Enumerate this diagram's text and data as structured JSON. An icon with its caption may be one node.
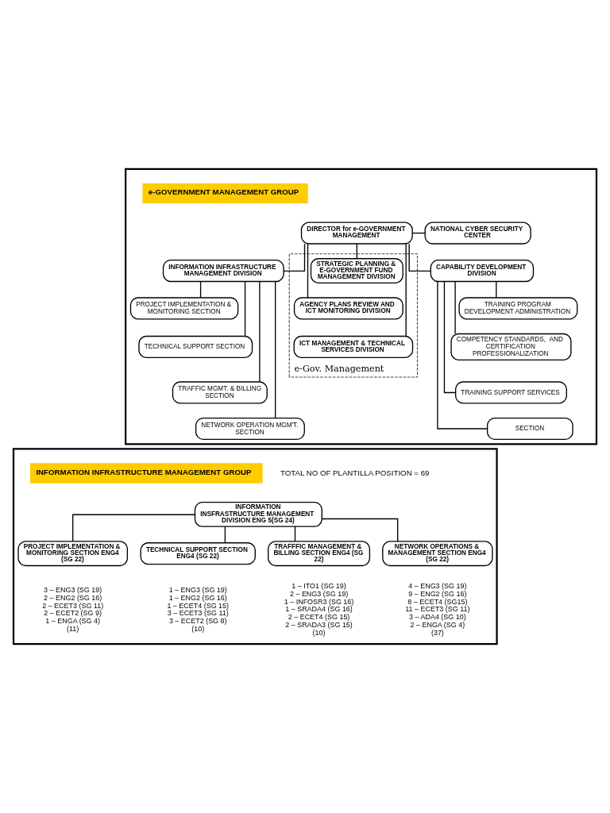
{
  "diagram": {
    "nodes": [
      {
        "text": [
          "e-GOVERNMENT MANAGEMENT GROUP"
        ]
      },
      {
        "text": [
          "DIRECTOR for e-GOVERNMENT MANAGEMENT"
        ],
        "in": 0
      },
      {
        "text": [
          "NATIONAL CYBER SECURITY CENTER"
        ],
        "in": 0
      },
      {
        "text": [
          "INFORMATION INFRASTRUCTURE MANAGEMENT DIVISION"
        ],
        "in": 0
      },
      {
        "text": [
          "e-Gov. Management"
        ],
        "in": 0
      },
      {
        "text": [
          "STRATEGIC PLANNING & E-GOVERNMENT FUND MANAGEMENT DIVISION"
        ],
        "in": 4
      },
      {
        "text": [
          "AGENCY PLANS REVIEW AND ICT MONITORING DIVISION"
        ],
        "in": 4
      },
      {
        "text": [
          "ICT MANAGEMENT & TECHNICAL SERVICES DIVISION"
        ],
        "in": 4
      },
      {
        "text": [
          "CAPABILITY DEVELOPMENT DIVISION"
        ],
        "in": 0
      },
      {
        "text": [
          "PROJECT IMPLEMENTATION & MONITORING SECTION"
        ],
        "in": 0
      },
      {
        "text": [
          "TECHNICAL SUPPORT SECTION"
        ],
        "in": 0
      },
      {
        "text": [
          "TRAFFIC MGMT. & BILLING SECTION"
        ],
        "in": 0
      },
      {
        "text": [
          "NETWORK OPERATION MGM'T. SECTION"
        ],
        "in": 0
      },
      {
        "text": [
          "TRAINING PROGRAM DEVELOPMENT ADMINISTRATION"
        ],
        "in": 0
      },
      {
        "text": [
          "COMPETENCY STANDARDS,  AND CERTIFICATION PROFESSIONALIZATION"
        ],
        "in": 0
      },
      {
        "text": [
          "TRAINING SUPPORT SERVICES"
        ],
        "in": 0
      },
      {
        "text": [
          "SECTION"
        ],
        "in": 0
      },
      {
        "text": [
          "INFORMATION INFRASTRUCTURE MANAGEMENT GROUP",
          "TOTAL NO OF PLANTILLA POSITION = 69"
        ]
      },
      {
        "text": [
          "INFORMATION INSFRASTRUCTURE MANAGEMENT DIVISION ENG 5(SG 24)"
        ],
        "in": 17
      },
      {
        "text": [
          "PROJECT IMPLEMENTATION & MONITORING SECTION ENG4 (SG 22)"
        ],
        "in": 17,
        "beside": [
          "3 – ENG3 (SG 19)",
          "2 – ENG2 (SG 16)",
          "2 – ECET3 (SG 11)",
          "2 – ECET2 (SG 9)",
          "1 – ENGA (SG 4)",
          "(11)"
        ]
      },
      {
        "text": [
          "TECHNICAL SUPPORT SECTION ENG4 (SG 22)"
        ],
        "in": 17,
        "beside": [
          "1 – ENG3 (SG 19)",
          "1 – ENG2 (SG 16)",
          "1 – ECET4 (SG 15)",
          "3 – ECET3 (SG 11)",
          "3 – ECET2 (SG 8)",
          "(10)"
        ]
      },
      {
        "text": [
          "TRAFFFIC MANAGEMENT & BILLING SECTION ENG4 (SG 22)"
        ],
        "in": 17,
        "beside": [
          "1 – ITO1 (SG 19)",
          "2 – ENG3 (SG 19)",
          "1 – INFOSR3 (SG 16)",
          "1 – SRADA4 (SG 16)",
          "2 – ECET4 (SG 15)",
          "2 – SRADA3 (SG 15)",
          "(10)"
        ]
      },
      {
        "text": [
          "NETWORK OPERATIONS & MANAGEMENT SECTION ENG4 (SG 22)"
        ],
        "in": 17,
        "beside": [
          "4 – ENG3 (SG 19)",
          "9 – ENG2 (SG 16)",
          "8 – ECET4 (SG15)",
          "11 – ECET3 (SG 11)",
          "3 – ADA4 (SG 10)",
          "2 – ENGA (SG 4)",
          "(37)"
        ]
      }
    ],
    "edges": [
      {
        "from": 1,
        "to": 2,
        "arrow": "none"
      },
      {
        "from": 1,
        "to": 3,
        "arrow": "none"
      },
      {
        "from": 1,
        "to": 8,
        "arrow": "none"
      },
      {
        "from": 1,
        "to": 5,
        "arrow": "none"
      },
      {
        "from": 1,
        "to": 6,
        "arrow": "none"
      },
      {
        "from": 1,
        "to": 7,
        "arrow": "none"
      },
      {
        "from": 3,
        "to": 9,
        "arrow": "none"
      },
      {
        "from": 3,
        "to": 10,
        "arrow": "none"
      },
      {
        "from": 3,
        "to": 11,
        "arrow": "none"
      },
      {
        "from": 3,
        "to": 12,
        "arrow": "none"
      },
      {
        "from": 8,
        "to": 13,
        "arrow": "none"
      },
      {
        "from": 8,
        "to": 14,
        "arrow": "none"
      },
      {
        "from": 8,
        "to": 15,
        "arrow": "none"
      },
      {
        "from": 8,
        "to": 16,
        "arrow": "none"
      },
      {
        "from": 18,
        "to": 19,
        "arrow": "none"
      },
      {
        "from": 18,
        "to": 20,
        "arrow": "none"
      },
      {
        "from": 18,
        "to": 21,
        "arrow": "none"
      },
      {
        "from": 18,
        "to": 22,
        "arrow": "none"
      }
    ]
  }
}
